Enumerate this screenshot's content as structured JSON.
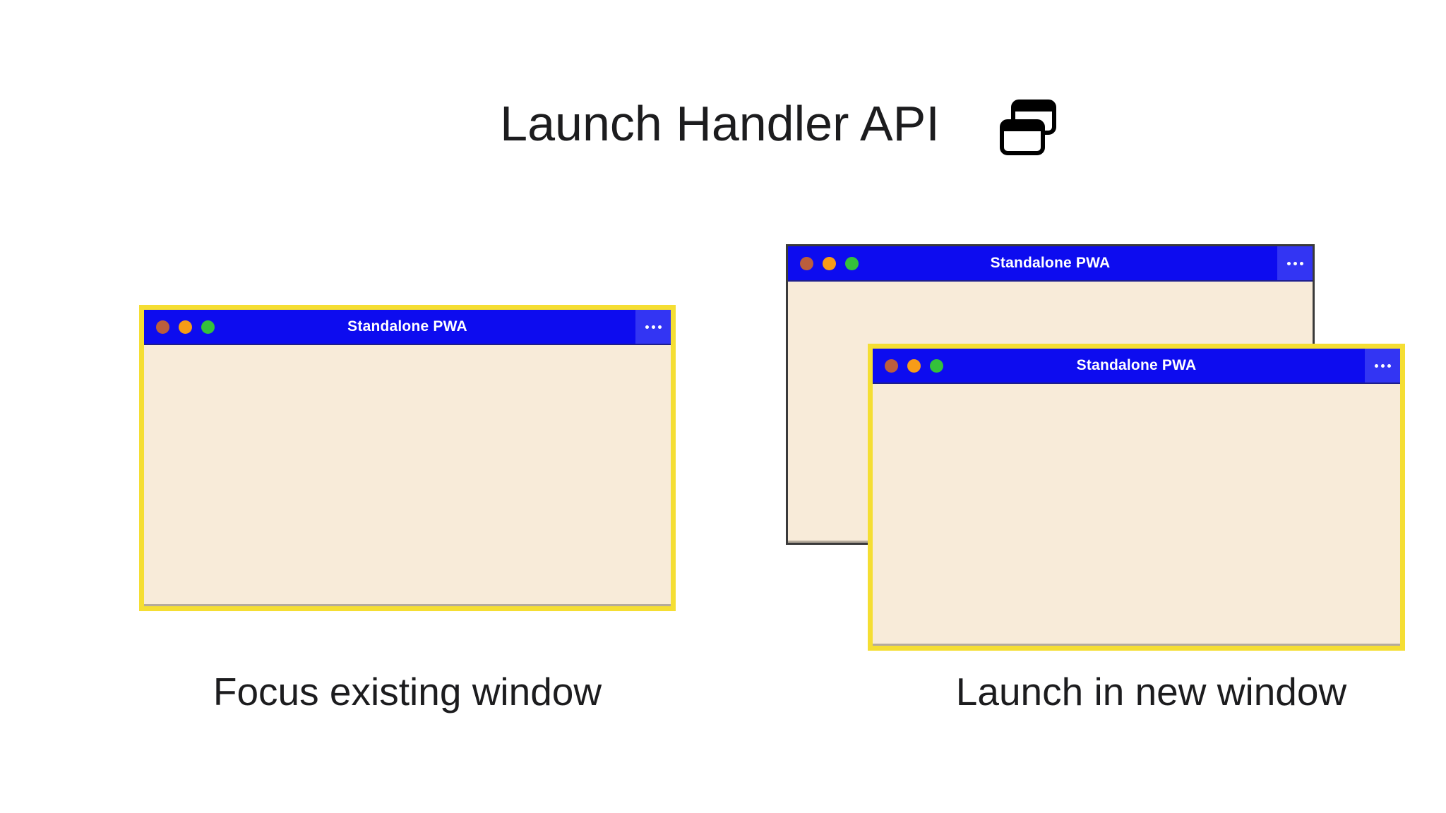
{
  "header": {
    "title": "Launch Handler API",
    "icon": "overlapping-windows-icon"
  },
  "windows": {
    "existing": {
      "title": "Standalone PWA",
      "menu_icon": "ellipsis-icon"
    },
    "background": {
      "title": "Standalone PWA",
      "menu_icon": "ellipsis-icon"
    },
    "new": {
      "title": "Standalone PWA",
      "menu_icon": "ellipsis-icon"
    }
  },
  "captions": {
    "focus_existing": "Focus existing window",
    "launch_new": "Launch in new window"
  },
  "colors": {
    "titlebar_blue": "#0d0cef",
    "menu_blue": "#3335f3",
    "window_body": "#f8ebd9",
    "focus_border": "#f5de33",
    "back_border": "#3a3a3a",
    "close_dot": "#bb5e3c",
    "minimize_dot": "#f79c17",
    "maximize_dot": "#34c13b",
    "title_text": "#ffffff",
    "heading_text": "#1c1c1e"
  }
}
